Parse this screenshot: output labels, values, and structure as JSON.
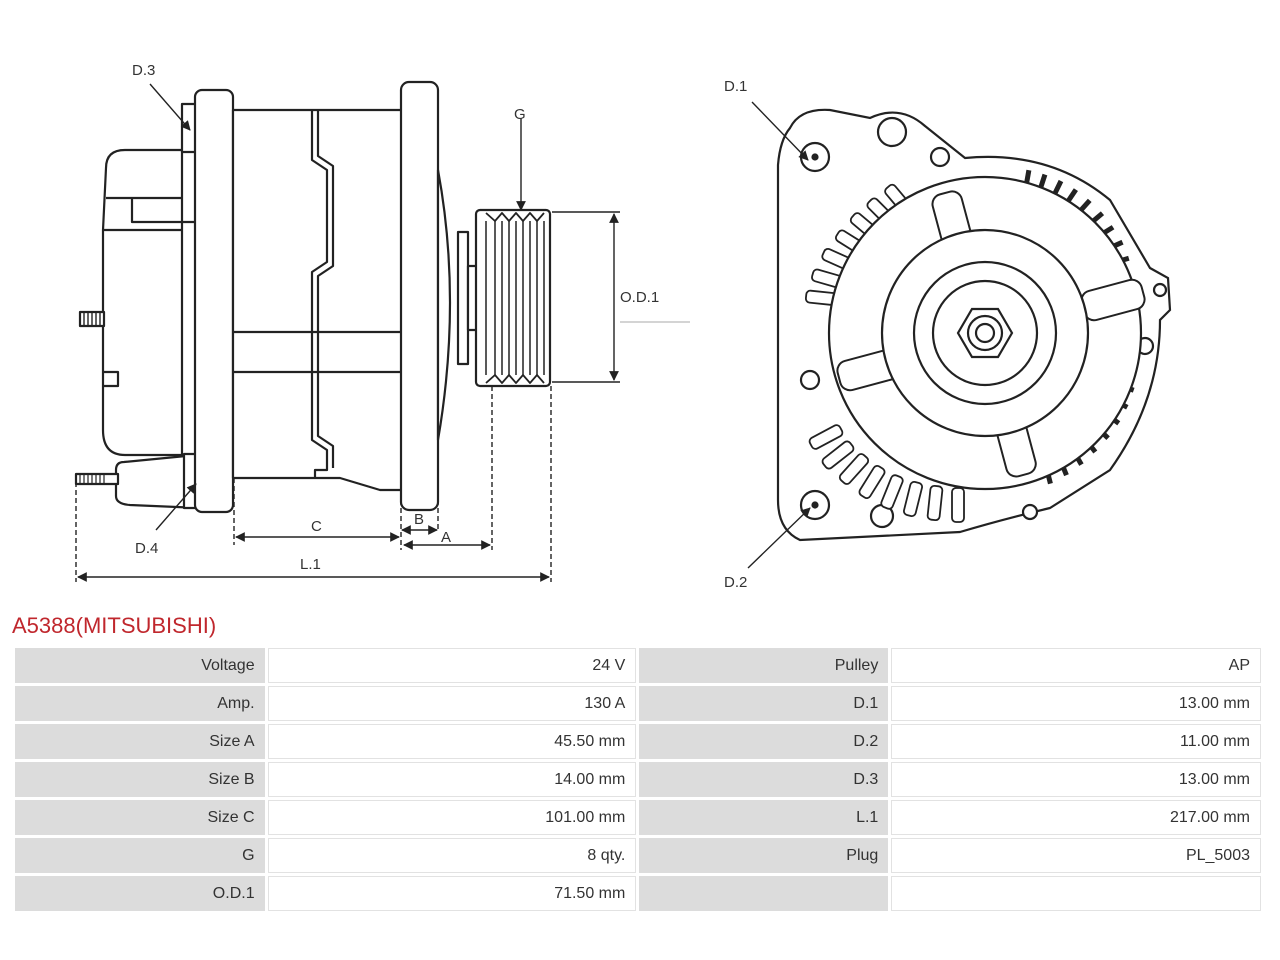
{
  "title": "A5388(MITSUBISHI)",
  "diagram_labels": {
    "d3": "D.3",
    "d4": "D.4",
    "d1": "D.1",
    "d2": "D.2",
    "g": "G",
    "od1": "O.D.1",
    "a": "A",
    "b": "B",
    "c": "C",
    "l1": "L.1"
  },
  "specs": [
    {
      "k1": "Voltage",
      "v1": "24 V",
      "k2": "Pulley",
      "v2": "AP"
    },
    {
      "k1": "Amp.",
      "v1": "130 A",
      "k2": "D.1",
      "v2": "13.00 mm"
    },
    {
      "k1": "Size A",
      "v1": "45.50 mm",
      "k2": "D.2",
      "v2": "11.00 mm"
    },
    {
      "k1": "Size B",
      "v1": "14.00 mm",
      "k2": "D.3",
      "v2": "13.00 mm"
    },
    {
      "k1": "Size C",
      "v1": "101.00 mm",
      "k2": "L.1",
      "v2": "217.00 mm"
    },
    {
      "k1": "G",
      "v1": "8 qty.",
      "k2": "Plug",
      "v2": "PL_5003"
    },
    {
      "k1": "O.D.1",
      "v1": "71.50 mm",
      "k2": "",
      "v2": ""
    }
  ]
}
